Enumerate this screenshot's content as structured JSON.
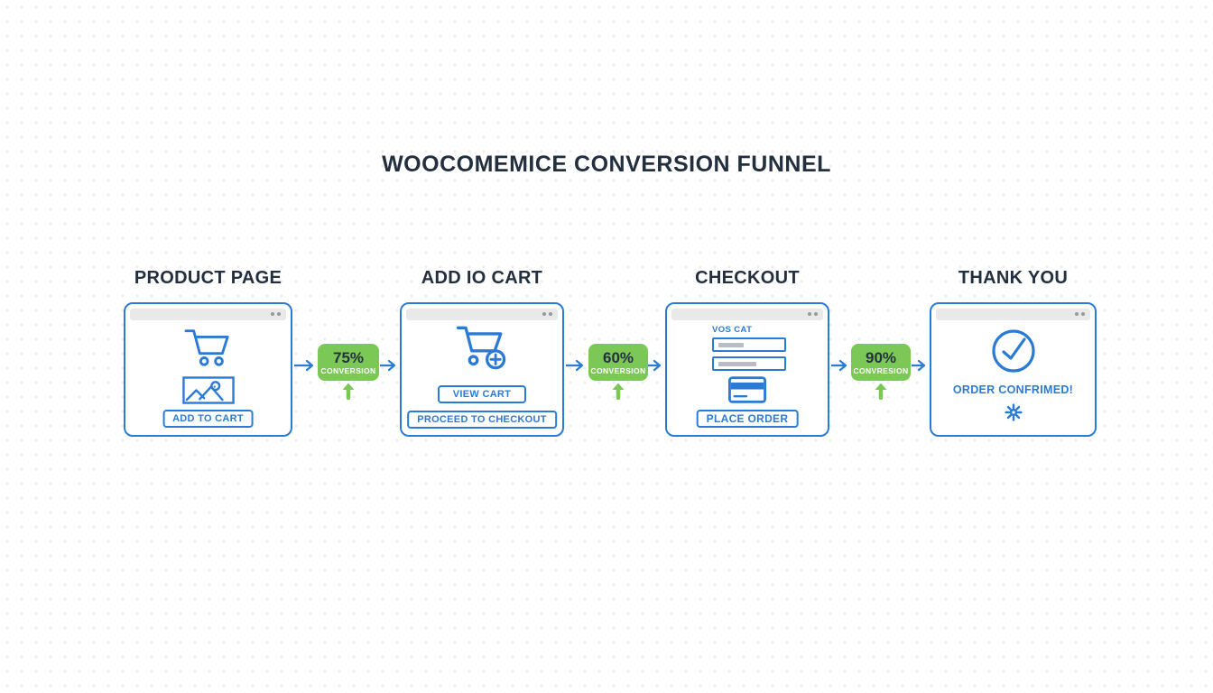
{
  "title": "WOOCOMEMICE CONVERSION FUNNEL",
  "stages": [
    {
      "heading": "PRODUCT PAGE",
      "add_to_cart_button": "ADD TO CART"
    },
    {
      "heading": "ADD IO CART",
      "view_cart_button": "VIEW CART",
      "checkout_button": "PROCEED TO CHECKOUT"
    },
    {
      "heading": "CHECKOUT",
      "form_label": "VOS CAT",
      "place_order_button": "PLACE ORDER"
    },
    {
      "heading": "THANK YOU",
      "confirmation_text": "ORDER CONFRIMED!"
    }
  ],
  "badges": [
    {
      "percent": "75%",
      "label": "CONVERSION"
    },
    {
      "percent": "60%",
      "label": "CONVERSION"
    },
    {
      "percent": "90%",
      "label": "CONVRESION"
    }
  ],
  "colors": {
    "blue": "#2b7bd4",
    "green": "#7cc857",
    "dark_navy": "#232f3e",
    "browser_bar_gray": "#e9e9e9"
  }
}
